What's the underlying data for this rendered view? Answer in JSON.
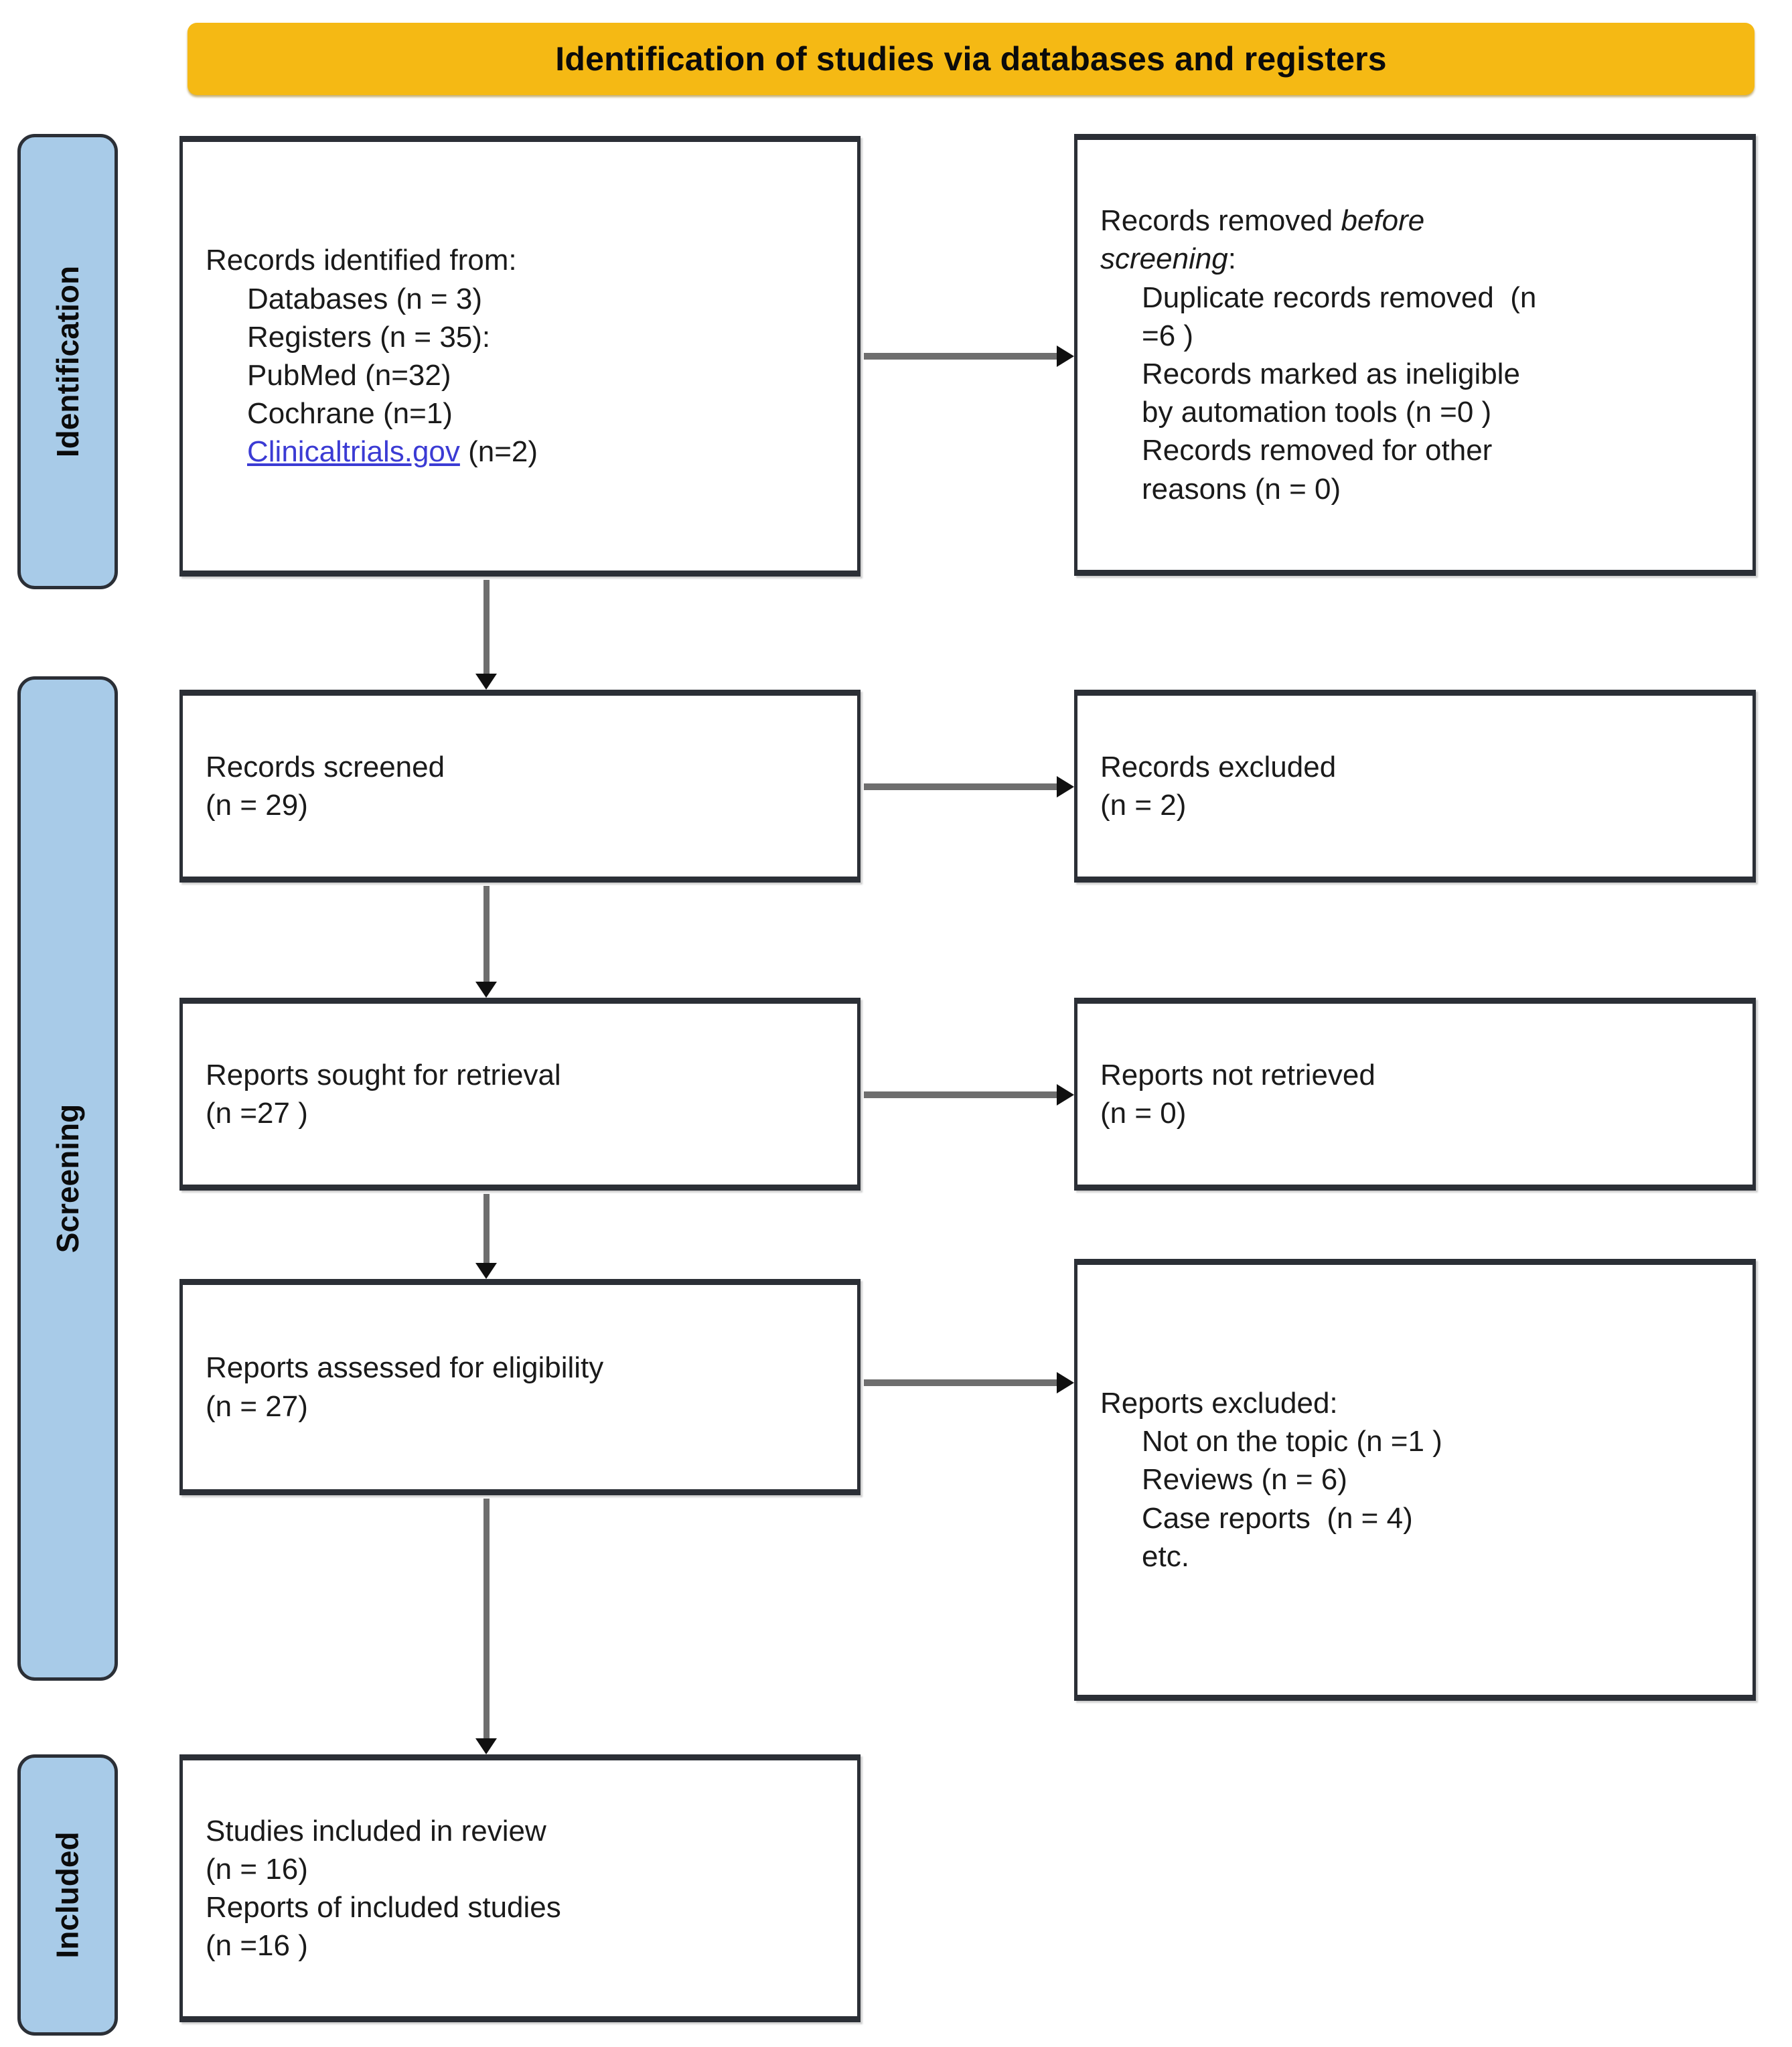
{
  "header": {
    "title": "Identification of studies via databases and registers",
    "color": "#F5B914"
  },
  "stages": {
    "identification": "Identification",
    "screening": "Screening",
    "included": "Included",
    "color": "#A8CBE8"
  },
  "boxes": {
    "identified": {
      "line1": "Records identified from:",
      "line2": "Databases (n = 3)",
      "line3": "Registers (n = 35):",
      "line4": "PubMed (n=32)",
      "line5": "Cochrane (n=1)",
      "line6_link": "Clinicaltrials.gov",
      "line6_rest": " (n=2)",
      "link_color": "#3b3bd4"
    },
    "removed_before": {
      "line1_plain": "Records removed ",
      "line1_italic": "before",
      "line2_italic": "screening",
      "line2_plain": ":",
      "line3": "Duplicate records removed  (n",
      "line4": "=6 )",
      "line5": "Records marked as ineligible",
      "line6": "by automation tools (n =0 )",
      "line7": "Records removed for other",
      "line8": "reasons (n = 0)"
    },
    "screened": {
      "line1": "Records screened",
      "line2": "(n = 29)"
    },
    "records_excluded": {
      "line1": "Records excluded",
      "line2": "(n = 2)"
    },
    "sought": {
      "line1": "Reports sought for retrieval",
      "line2": "(n =27 )"
    },
    "not_retrieved": {
      "line1": "Reports not retrieved",
      "line2": "(n = 0)"
    },
    "assessed": {
      "line1": "Reports assessed for eligibility",
      "line2": "(n = 27)"
    },
    "reports_excluded": {
      "line1": "Reports excluded:",
      "line2": "Not on the topic (n =1 )",
      "line3": "Reviews (n = 6)",
      "line4": "Case reports  (n = 4)",
      "line5": "etc."
    },
    "included": {
      "line1": "Studies included in review",
      "line2": "(n = 16)",
      "line3": "Reports of included studies",
      "line4": "(n =16 )"
    }
  }
}
